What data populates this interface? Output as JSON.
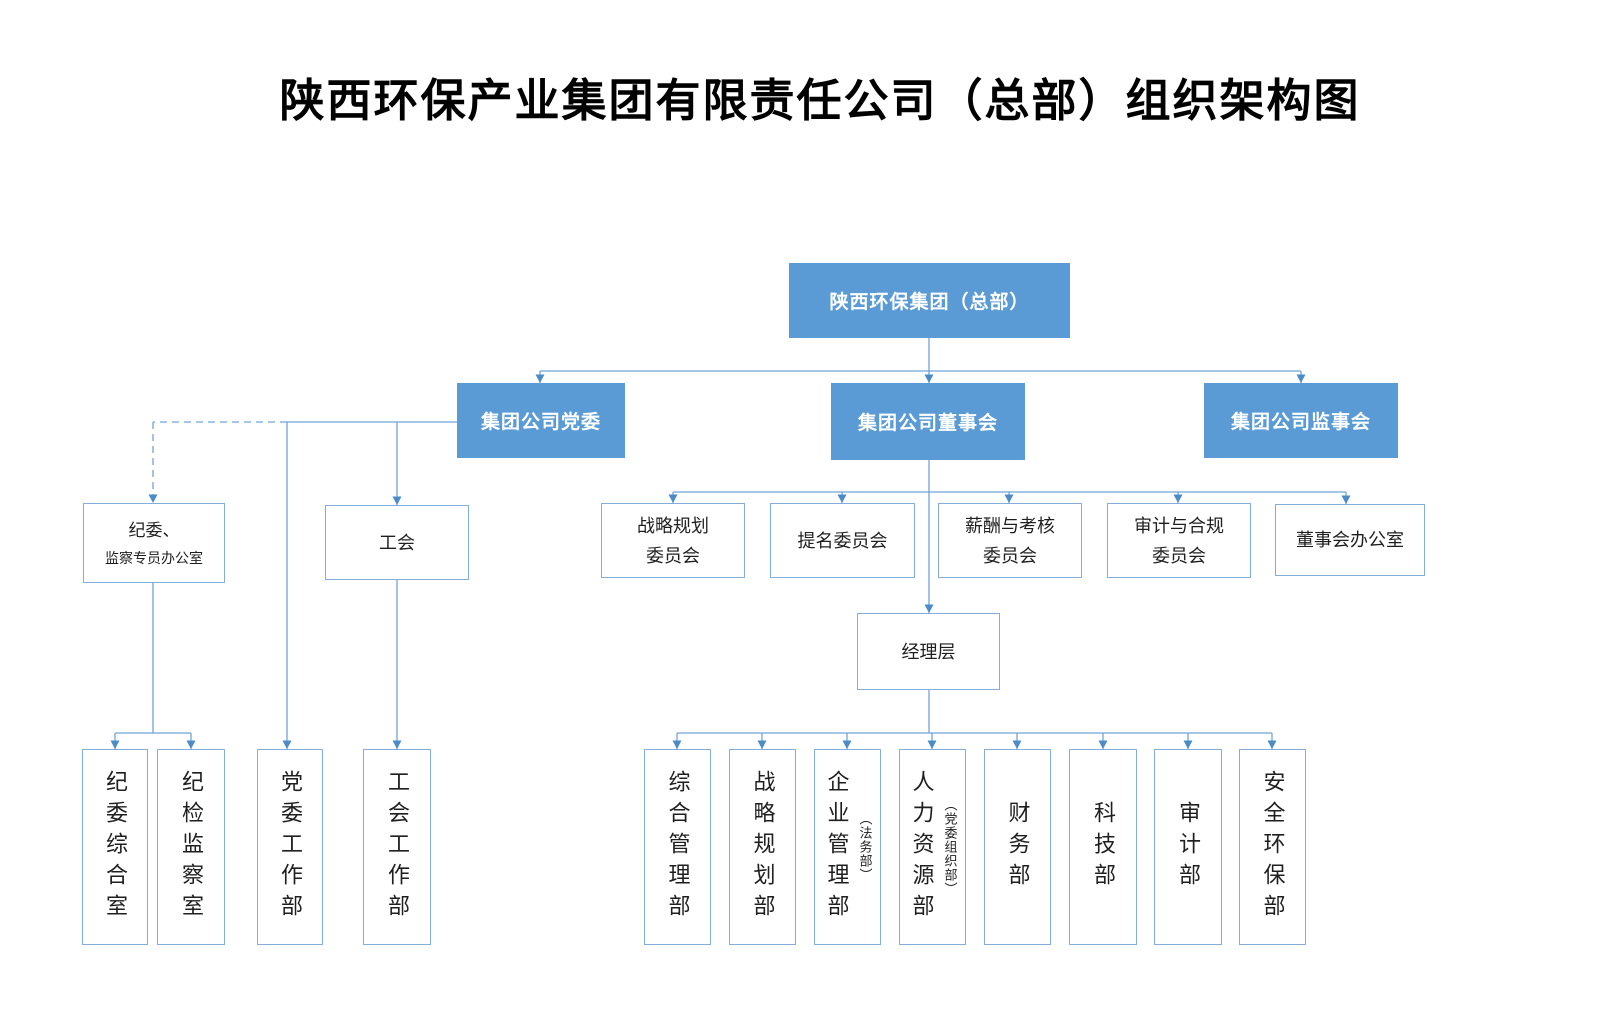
{
  "title": "陕西环保产业集团有限责任公司（总部）组织架构图",
  "org": {
    "root": "陕西环保集团（总部）",
    "party": "集团公司党委",
    "board": "集团公司董事会",
    "supervisory": "集团公司监事会",
    "discipline_office": {
      "line1": "纪委、",
      "line2": "监察专员办公室"
    },
    "union": "工会",
    "management": "经理层",
    "committees": [
      {
        "line1": "战略规划",
        "line2": "委员会"
      },
      {
        "line1": "提名委员会",
        "line2": ""
      },
      {
        "line1": "薪酬与考核",
        "line2": "委员会"
      },
      {
        "line1": "审计与合规",
        "line2": "委员会"
      },
      {
        "line1": "董事会办公室",
        "line2": ""
      }
    ],
    "party_departments": [
      {
        "label": "纪委综合室"
      },
      {
        "label": "纪检监察室"
      },
      {
        "label": "党委工作部"
      },
      {
        "label": "工会工作部"
      }
    ],
    "departments": [
      {
        "label": "综合管理部",
        "annotation": ""
      },
      {
        "label": "战略规划部",
        "annotation": ""
      },
      {
        "label": "企业管理部",
        "annotation": "（法务部）"
      },
      {
        "label": "人力资源部",
        "annotation": "（党委组织部）"
      },
      {
        "label": "财务部",
        "annotation": ""
      },
      {
        "label": "科技部",
        "annotation": ""
      },
      {
        "label": "审计部",
        "annotation": ""
      },
      {
        "label": "安全环保部",
        "annotation": ""
      }
    ]
  },
  "colors": {
    "node_fill": "#5b9bd5",
    "node_text": "#ffffff",
    "border": "#85addb",
    "line": "#71a3d9",
    "arrow": "#4b8bc8",
    "ink": "#1f1f1f"
  }
}
